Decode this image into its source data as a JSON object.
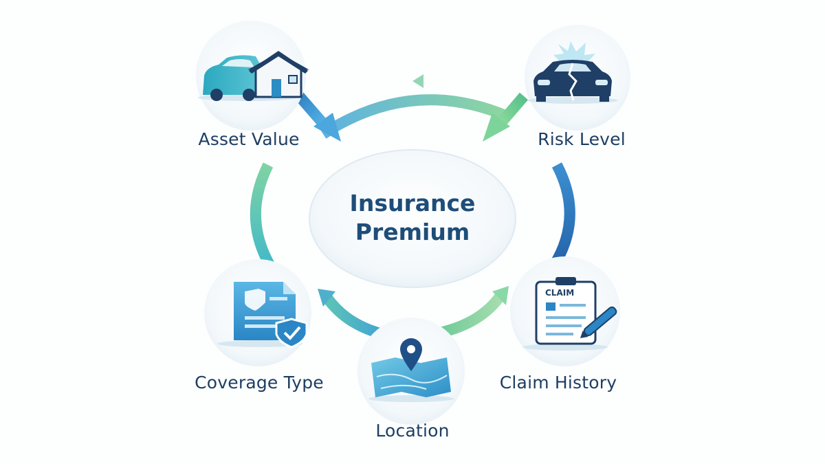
{
  "center": {
    "line1": "Insurance",
    "line2": "Premium"
  },
  "factors": {
    "asset_value": "Asset Value",
    "risk_level": "Risk Level",
    "coverage_type": "Coverage Type",
    "location": "Location",
    "claim_history": "Claim History"
  },
  "claim_doc_text": "CLAIM",
  "colors": {
    "title": "#1e4d79",
    "label": "#1d3e63",
    "arrow_blue": "#2f7fc1",
    "arrow_green": "#7ccf95",
    "arrow_teal": "#4cc3c0",
    "icon_dark": "#1f3f66"
  }
}
